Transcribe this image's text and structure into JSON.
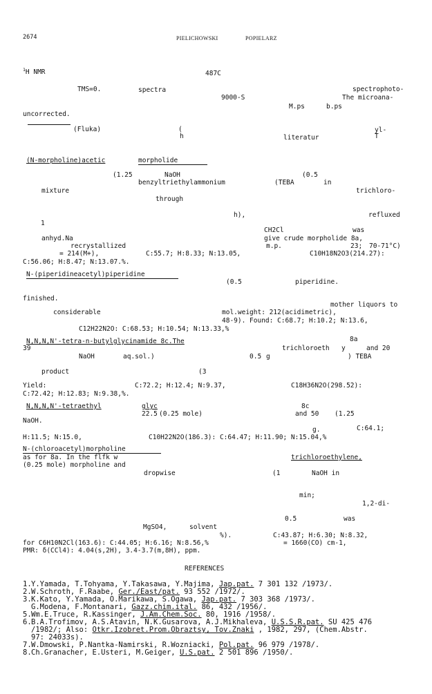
{
  "header": {
    "page_number": "2674",
    "author1": "PIELICHOWSKI",
    "author2": "POPIELARZ"
  },
  "experimental": {
    "l1": "H NMR",
    "l1b": "487C",
    "l2a": "TMS=0.",
    "l2b": "spectra",
    "l2c": "spectrophoto-",
    "l3a": "9000-S",
    "l3b": "The microana-",
    "l4a": "M.ps",
    "l4b": "b.ps",
    "l5": "uncorrected.",
    "l6a": "(Fluka)",
    "l6b": "(",
    "l6c": "yl-",
    "l7a": "h",
    "l7b": "literatur",
    "l7c": "T",
    "l8a": "(N-morpholine)acetic",
    "l8b": "morpholide",
    "l9a": "(1.25",
    "l9b": "NaOH",
    "l9c": "(0.5",
    "l10a": "benzyltriethylammonium",
    "l10b": "(TEBA",
    "l10c": "in",
    "l11a": "mixture",
    "l11b": "trichloro-",
    "l12": "through",
    "l13a": "h),",
    "l13b": "refluxed",
    "l14": "1",
    "l15a": "CH2Cl",
    "l15b": "was",
    "l16a": "anhyd.Na",
    "l16b": "give crude morpholide 8a,",
    "l17a": "recrystallized",
    "l17b": "m.p.",
    "l17c": "23;",
    "l17d": "70-71°C)",
    "l18a": "= 214(M+),",
    "l18b": "C:55.7; H:8.33; N:13.05,",
    "l18c": "C10H18N2O3(214.27):",
    "l19": "C:56.06; H:8.47; N:13.07.%.",
    "l20": "N-(piperidineacetyl)piperidine",
    "l21a": "(0.5",
    "l21b": "piperidine.",
    "l22": "finished.",
    "l23": "mother liquors to",
    "l24a": "considerable",
    "l24b": "mol.weight: 212(acidimetric),",
    "l25": "48-9). Found: C:68.7; H:10.2; N:13.6,",
    "l26": "C12H22N2O: C:68.53; H:10.54; N:13.33,%",
    "l27a": "N,N,N,N'-tetra-n-butylglycinamide 8c.The",
    "l27b": "8a",
    "l28a": "39",
    "l28b": "trichloroeth",
    "l28c": "y",
    "l28d": "and 20",
    "l29a": "NaOH",
    "l29b": "aq.sol.)",
    "l29c": "0.5",
    "l29d": "g",
    "l29e": ") TEBA",
    "l30a": "product",
    "l30b": "(3",
    "l31a": "Yield:",
    "l31b": "C:72.2; H:12.4; N:9.37,",
    "l31c": "C18H36N2O(298.52):",
    "l32": "C:72.42; H:12.83; N:9.38,%.",
    "l33a": "N,N,N,N'-tetraethyl",
    "l33b": "glyc",
    "l33c": "8c",
    "l34a": "22.5",
    "l34b": "(0.25 mole)",
    "l34c": "and 50",
    "l34d": "(1.25",
    "l35": "NaOH.",
    "l36a": "g.",
    "l36b": "C:64.1;",
    "l37a": "H:11.5; N:15.0,",
    "l37b": "C10H22N2O(186.3): C:64.47; H:11.90; N:15.04,%",
    "l38": "N-(chloroacetyl)morpholine",
    "l39a": "as for 8a. In the flfk w",
    "l39b": "trichloroethylene,",
    "l40": "(0.25 mole) morpholine and",
    "l41a": "dropwise",
    "l41b": "(1",
    "l41c": "NaOH in",
    "l42": "min;",
    "l43": "1,2-di-",
    "l44a": "0.5",
    "l44b": "was",
    "l45a": "MgSO4,",
    "l45b": "solvent",
    "l46a": "%).",
    "l46b": "C:43.87; H:6.30; N:8.32,",
    "l47a": "for C6H10N2Cl(163.6): C:44.05; H:6.16; N:8.56,%",
    "l47b": "= 1660(CO) cm-1,",
    "l48": "PMR: δ(CCl4): 4.04(s,2H), 3.4-3.7(m,8H), ppm."
  },
  "references": {
    "title": "REFERENCES",
    "items": [
      {
        "num": "1.",
        "pre": "Y.Yamada, T.Tohyama, Y.Takasawa, Y.Majima,",
        "ul": "Jap.pat.",
        "post": "7 301 132 /1973/."
      },
      {
        "num": "2.",
        "pre": "W.Schroth, F.Raabe,",
        "ul": "Ger./East/pat.",
        "post": "93 552 /1972/."
      },
      {
        "num": "3.",
        "pre": "K.Kato, Y.Yamada, O.Marikawa, S.Ogawa,",
        "ul": "Jap.pat.",
        "post": "7 303 368 /1973/."
      },
      {
        "num": "",
        "pre": "G.Modena, F.Montanari,",
        "ul": "Gazz.chim.ital.",
        "post": "86, 432 /1956/."
      },
      {
        "num": "5.",
        "pre": "Wm.E.Truce, R.Kassinger,",
        "ul": "J.Am.Chem.Soc.",
        "post": "80, 1916 /1958/."
      },
      {
        "num": "6.",
        "pre": "B.A.Trofimov, A.S.Atavin, N.K.Gusarova, A.J.Mikhaleva,",
        "ul": "U.S.S.R.pat.",
        "post": "SU 425 476"
      },
      {
        "num": "",
        "pre": "/1982/; Also:",
        "ul": "Otkr.Izobret.Prom.Obraztsy, Tov.Znaki",
        "post": ", 1982, 297, (Chem.Abstr."
      },
      {
        "num": "",
        "pre": "97: 24033s).",
        "ul": "",
        "post": ""
      },
      {
        "num": "7.",
        "pre": "W.Dmowski, P.Nantka-Namirski, R.Wozniacki,",
        "ul": "Pol.pat.",
        "post": "96 979 /1978/."
      },
      {
        "num": "8.",
        "pre": "Ch.Granacher, E.Usteri, M.Geiger,",
        "ul": "U.S.pat.",
        "post": "2 501 896 /1950/."
      }
    ]
  }
}
